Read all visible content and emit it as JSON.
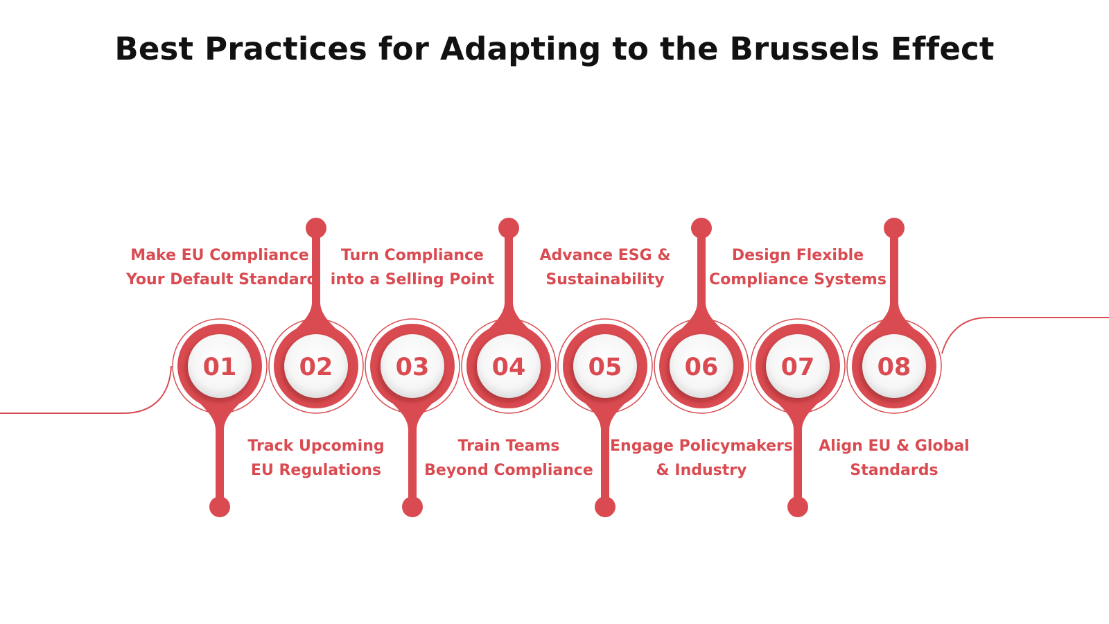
{
  "title": "Best Practices for Adapting to the Brussels Effect",
  "colors": {
    "accent": "#d94b51",
    "title_text": "#111111",
    "background": "#ffffff",
    "inner_fill": "#f7f7f7"
  },
  "steps": [
    {
      "number": "01",
      "label_lines": [
        "Make EU Compliance",
        "Your Default Standard"
      ],
      "label_side": "top",
      "stem_side": "bottom"
    },
    {
      "number": "02",
      "label_lines": [
        "Track Upcoming",
        "EU Regulations"
      ],
      "label_side": "bottom",
      "stem_side": "top"
    },
    {
      "number": "03",
      "label_lines": [
        "Turn Compliance",
        "into a Selling Point"
      ],
      "label_side": "top",
      "stem_side": "bottom"
    },
    {
      "number": "04",
      "label_lines": [
        "Train Teams",
        "Beyond Compliance"
      ],
      "label_side": "bottom",
      "stem_side": "top"
    },
    {
      "number": "05",
      "label_lines": [
        "Advance ESG &",
        "Sustainability"
      ],
      "label_side": "top",
      "stem_side": "bottom"
    },
    {
      "number": "06",
      "label_lines": [
        "Engage Policymakers",
        "& Industry"
      ],
      "label_side": "bottom",
      "stem_side": "top"
    },
    {
      "number": "07",
      "label_lines": [
        "Design Flexible",
        "Compliance Systems"
      ],
      "label_side": "top",
      "stem_side": "bottom"
    },
    {
      "number": "08",
      "label_lines": [
        "Align EU & Global",
        "Standards"
      ],
      "label_side": "bottom",
      "stem_side": "top"
    }
  ]
}
